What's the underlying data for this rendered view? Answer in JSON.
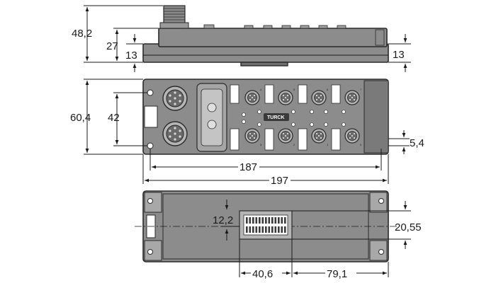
{
  "drawing": {
    "side_view": {
      "total_height": "48,2",
      "body_height": "27",
      "base_height_left": "13",
      "base_height_right": "13"
    },
    "top_view": {
      "height": "60,4",
      "hole_spacing_vertical": "42",
      "hole_offset": "5,4",
      "hole_spacing_horizontal": "187",
      "total_length": "197",
      "brand": "TURCK",
      "port_numbers": [
        "4",
        "5",
        "6",
        "7",
        "3",
        "2",
        "1",
        "0"
      ]
    },
    "bottom_view": {
      "connector_offset_vertical": "12,2",
      "connector_offset_right": "20,55",
      "connector_width": "40,6",
      "connector_to_edge": "79,1"
    }
  },
  "colors": {
    "housing": "#8c8c8c",
    "housing_dark": "#6f6f6f",
    "connector": "#b5b5b5",
    "line": "#1a1a1a"
  }
}
